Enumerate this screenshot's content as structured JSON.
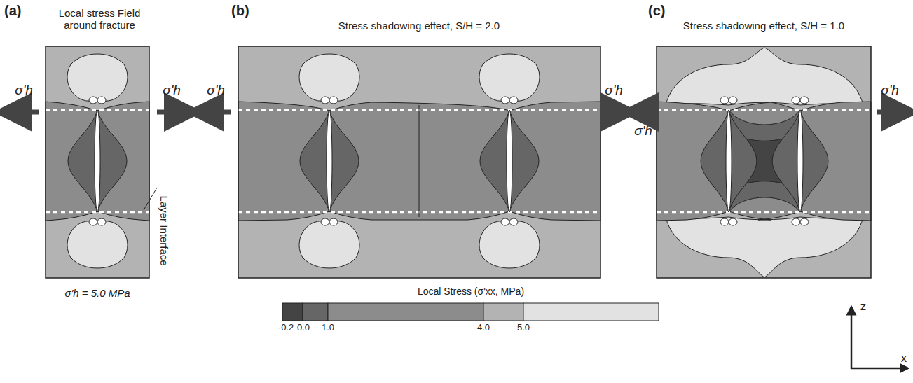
{
  "diagram": {
    "labels": [
      "(a)",
      "Local stress Field around fracture",
      "(b)",
      "Stress shadowing effect, S/H = 2.0",
      "(c)",
      "Stress shadowing effect, S/H = 1.0",
      "σ'h",
      "σ'h",
      "σ'h",
      "σ'h",
      "σ'h",
      "σ'h",
      "Layer Interface",
      "σ'h = 5.0 MPa",
      "Local Stress (σ'xx, MPa)",
      "-0.2",
      "0.0",
      "1.0",
      "4.0",
      "5.0",
      "z",
      "x"
    ]
  }
}
